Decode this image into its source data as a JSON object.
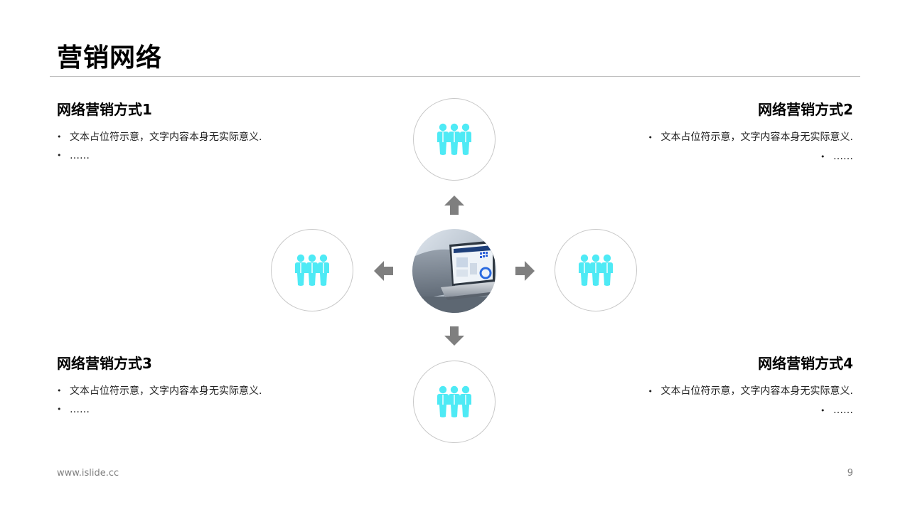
{
  "header": {
    "title": "营销网络"
  },
  "blocks": [
    {
      "title": "网络营销方式1",
      "items": [
        "文本占位符示意，文字内容本身无实际意义.",
        "……"
      ]
    },
    {
      "title": "网络营销方式2",
      "items": [
        "文本占位符示意，文字内容本身无实际意义.",
        "……"
      ]
    },
    {
      "title": "网络营销方式3",
      "items": [
        "文本占位符示意，文字内容本身无实际意义.",
        "……"
      ]
    },
    {
      "title": "网络营销方式4",
      "items": [
        "文本占位符示意，文字内容本身无实际意义.",
        "……"
      ]
    }
  ],
  "diagram": {
    "center_image": "laptop-analytics-photo",
    "node_icon": "people-group-icon",
    "arrow_icon": "arrow-icon",
    "colors": {
      "icon": "#4EEAF5",
      "arrow": "#7F7F7F",
      "circle_border": "#C8C8C8"
    }
  },
  "footer": {
    "url": "www.islide.cc",
    "page_number": "9"
  }
}
